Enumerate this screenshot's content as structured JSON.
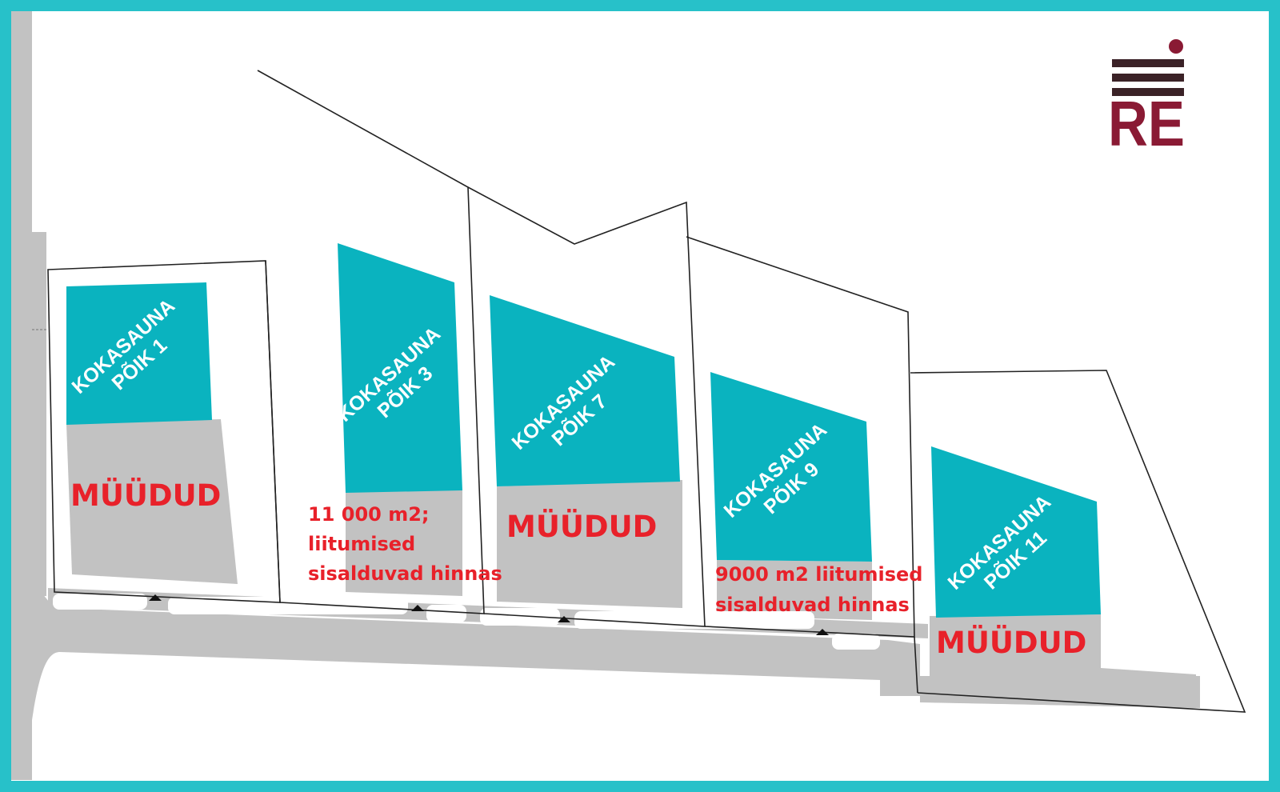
{
  "colors": {
    "frame": "#27c1c9",
    "plot_fill": "#0ab3bf",
    "road": "#c2c2c2",
    "boundary": "#222222",
    "sold_text": "#e8212a",
    "logo_bars": "#3b2227",
    "logo_text": "#8a1a34"
  },
  "logo": {
    "text": "RE",
    "icon": "re-logo-bars-icon"
  },
  "plots": [
    {
      "line1": "KOKASAUNA",
      "line2": "PÕIK 1",
      "status": "MÜÜDUD"
    },
    {
      "line1": "KOKASAUNA",
      "line2": "PÕIK 3",
      "note": [
        "11 000 m2;",
        "liitumised",
        "sisalduvad hinnas"
      ]
    },
    {
      "line1": "KOKASAUNA",
      "line2": "PÕIK 7",
      "status": "MÜÜDUD"
    },
    {
      "line1": "KOKASAUNA",
      "line2": "PÕIK 9",
      "note": [
        "9000 m2 liitumised",
        "sisalduvad hinnas"
      ]
    },
    {
      "line1": "KOKASAUNA",
      "line2": "PÕIK 11",
      "status": "MÜÜDUD"
    }
  ]
}
